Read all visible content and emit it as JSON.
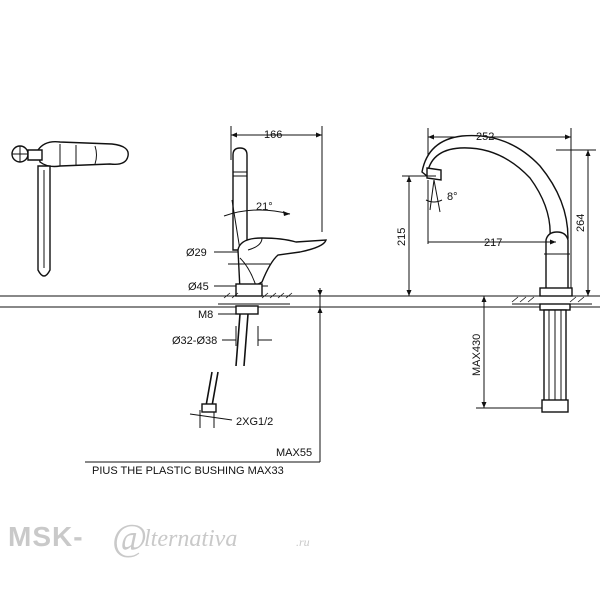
{
  "drawing": {
    "dimensions": {
      "side_width": "166",
      "spout_width": "252",
      "rotation_angle": "21°",
      "spout_angle": "8°",
      "spout_height": "215",
      "spout_reach": "217",
      "total_height": "264",
      "max_depth": "MAX430",
      "body_diameter": "Ø29",
      "base_diameter": "Ø45",
      "thread": "M8",
      "hole_range": "Ø32-Ø38",
      "hose_connection": "2XG1/2"
    },
    "notes": {
      "max_thickness": "MAX55",
      "bushing_note": "PIUS THE PLASTIC BUSHING MAX33"
    }
  },
  "watermark": {
    "brand_left": "MSK-",
    "brand_symbol": "@",
    "brand_right": "lternativa",
    "domain": ".ru"
  }
}
